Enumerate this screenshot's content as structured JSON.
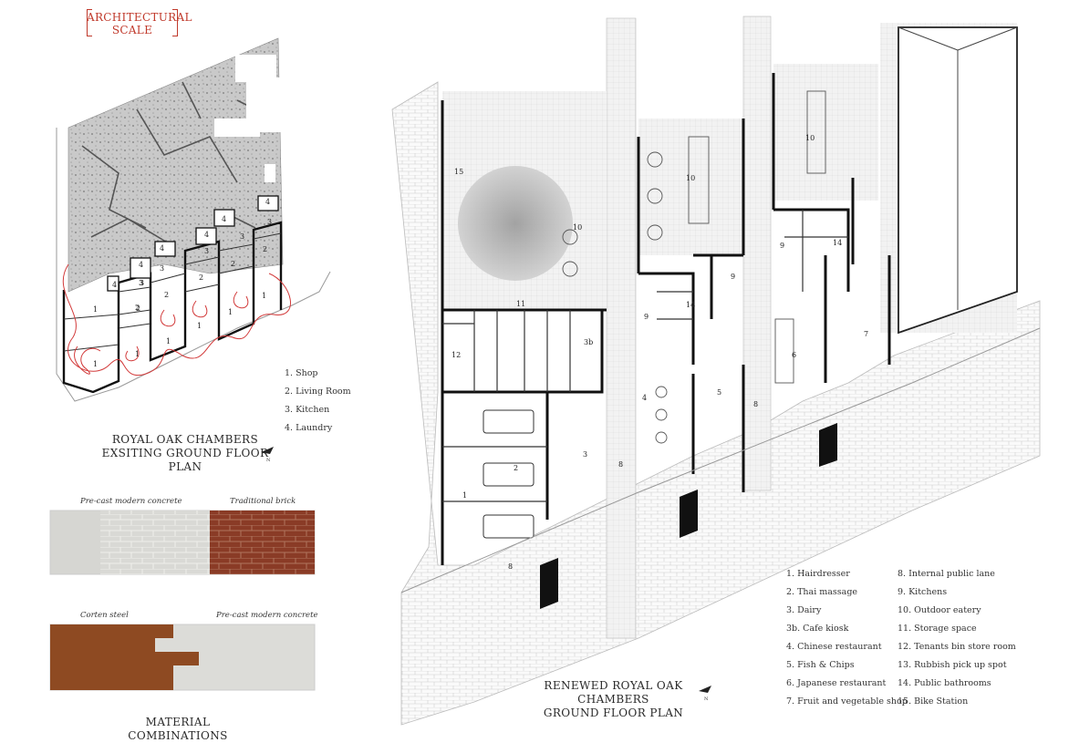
{
  "scale_label": [
    "ARCHITECTURAL",
    "SCALE"
  ],
  "existing_plan": {
    "title": [
      "ROYAL OAK CHAMBERS",
      "EXSITING GROUND FLOOR PLAN"
    ],
    "legend": [
      "1. Shop",
      "2. Living Room",
      "3. Kitchen",
      "4. Laundry"
    ],
    "room_numbers": [
      "4",
      "4",
      "4",
      "4",
      "4",
      "4",
      "3",
      "3",
      "3",
      "3",
      "3",
      "3",
      "2",
      "2",
      "2",
      "2",
      "2",
      "2",
      "1",
      "1",
      "1",
      "1",
      "1",
      "1",
      "1"
    ]
  },
  "materials": {
    "title": "MATERIAL COMBINATIONS",
    "combo1": {
      "left": "Pre-cast modern concrete",
      "right": "Traditional brick"
    },
    "combo2": {
      "left": "Corten steel",
      "right": "Pre-cast modern concrete"
    }
  },
  "renewed_plan": {
    "title": [
      "RENEWED ROYAL OAK CHAMBERS",
      "GROUND FLOOR PLAN"
    ],
    "legend_col1": [
      "1. Hairdresser",
      "2. Thai massage",
      "3. Dairy",
      "3b. Cafe kiosk",
      "4. Chinese restaurant",
      "5. Fish & Chips",
      "6. Japanese restaurant",
      "7. Fruit and vegetable shop"
    ],
    "legend_col2": [
      "8. Internal public lane",
      "9. Kitchens",
      "10. Outdoor eatery",
      "11. Storage space",
      "12. Tenants bin store room",
      "13. Rubbish pick up spot",
      "14. Public bathrooms",
      "15. Bike Station"
    ],
    "room_numbers": [
      "15",
      "10",
      "10",
      "10",
      "11",
      "12",
      "3b",
      "1",
      "2",
      "3",
      "8",
      "8",
      "4",
      "9",
      "14",
      "9",
      "5",
      "8",
      "9",
      "14",
      "6",
      "7"
    ]
  },
  "north_label": "N",
  "colors": {
    "scale_red": "#c0392b",
    "sketch_red": "#d23a3a",
    "corten": "#8e4a22",
    "brick": "#8a3b26",
    "concrete": "#d6d6d2"
  }
}
